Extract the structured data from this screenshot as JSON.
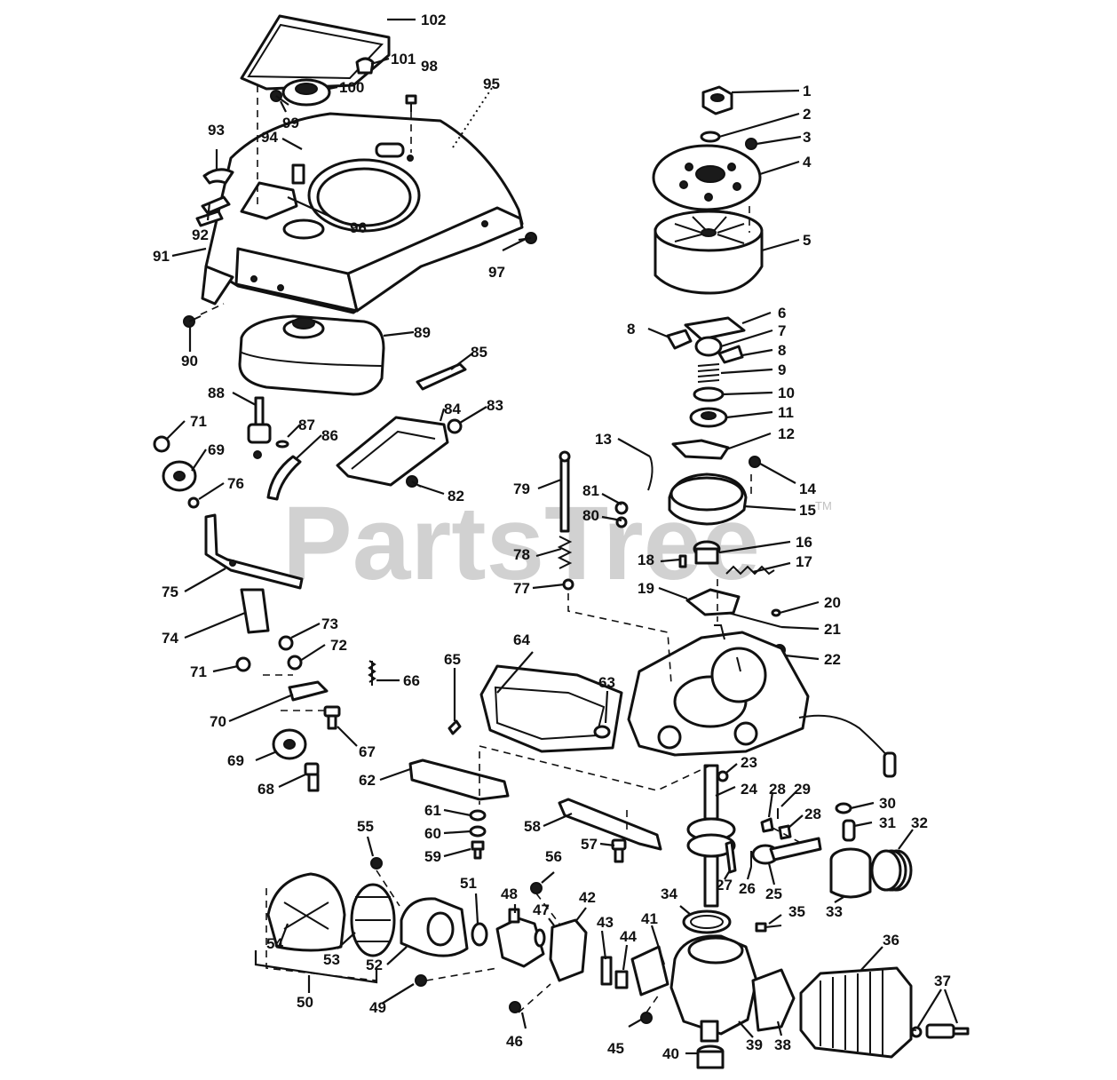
{
  "watermark": {
    "text": "PartsTree",
    "mark": "TM"
  },
  "callouts": {
    "c1": "1",
    "c2": "2",
    "c3": "3",
    "c4": "4",
    "c5": "5",
    "c6": "6",
    "c7": "7",
    "c8a": "8",
    "c8b": "8",
    "c9": "9",
    "c10": "10",
    "c11": "11",
    "c12": "12",
    "c13": "13",
    "c14": "14",
    "c15": "15",
    "c16": "16",
    "c17": "17",
    "c18": "18",
    "c19": "19",
    "c20": "20",
    "c21": "21",
    "c22": "22",
    "c23": "23",
    "c24": "24",
    "c25": "25",
    "c26": "26",
    "c27": "27",
    "c28a": "28",
    "c28b": "28",
    "c29": "29",
    "c30": "30",
    "c31": "31",
    "c32": "32",
    "c33": "33",
    "c34": "34",
    "c35": "35",
    "c36": "36",
    "c37": "37",
    "c38": "38",
    "c39": "39",
    "c40": "40",
    "c41": "41",
    "c42": "42",
    "c43": "43",
    "c44": "44",
    "c45": "45",
    "c46": "46",
    "c47": "47",
    "c48": "48",
    "c49": "49",
    "c50": "50",
    "c51": "51",
    "c52": "52",
    "c53": "53",
    "c54": "54",
    "c55": "55",
    "c56": "56",
    "c57": "57",
    "c58": "58",
    "c59": "59",
    "c60": "60",
    "c61": "61",
    "c62": "62",
    "c63": "63",
    "c64": "64",
    "c65": "65",
    "c66": "66",
    "c67": "67",
    "c68": "68",
    "c69a": "69",
    "c69b": "69",
    "c70": "70",
    "c71a": "71",
    "c71b": "71",
    "c72": "72",
    "c73": "73",
    "c74": "74",
    "c75": "75",
    "c76": "76",
    "c77": "77",
    "c78": "78",
    "c79": "79",
    "c80": "80",
    "c81": "81",
    "c82": "82",
    "c83": "83",
    "c84": "84",
    "c85": "85",
    "c86": "86",
    "c87": "87",
    "c88": "88",
    "c89": "89",
    "c90": "90",
    "c91": "91",
    "c92": "92",
    "c93": "93",
    "c94": "94",
    "c95": "95",
    "c96": "96",
    "c97": "97",
    "c98": "98",
    "c99": "99",
    "c100": "100",
    "c101": "101",
    "c102": "102"
  }
}
